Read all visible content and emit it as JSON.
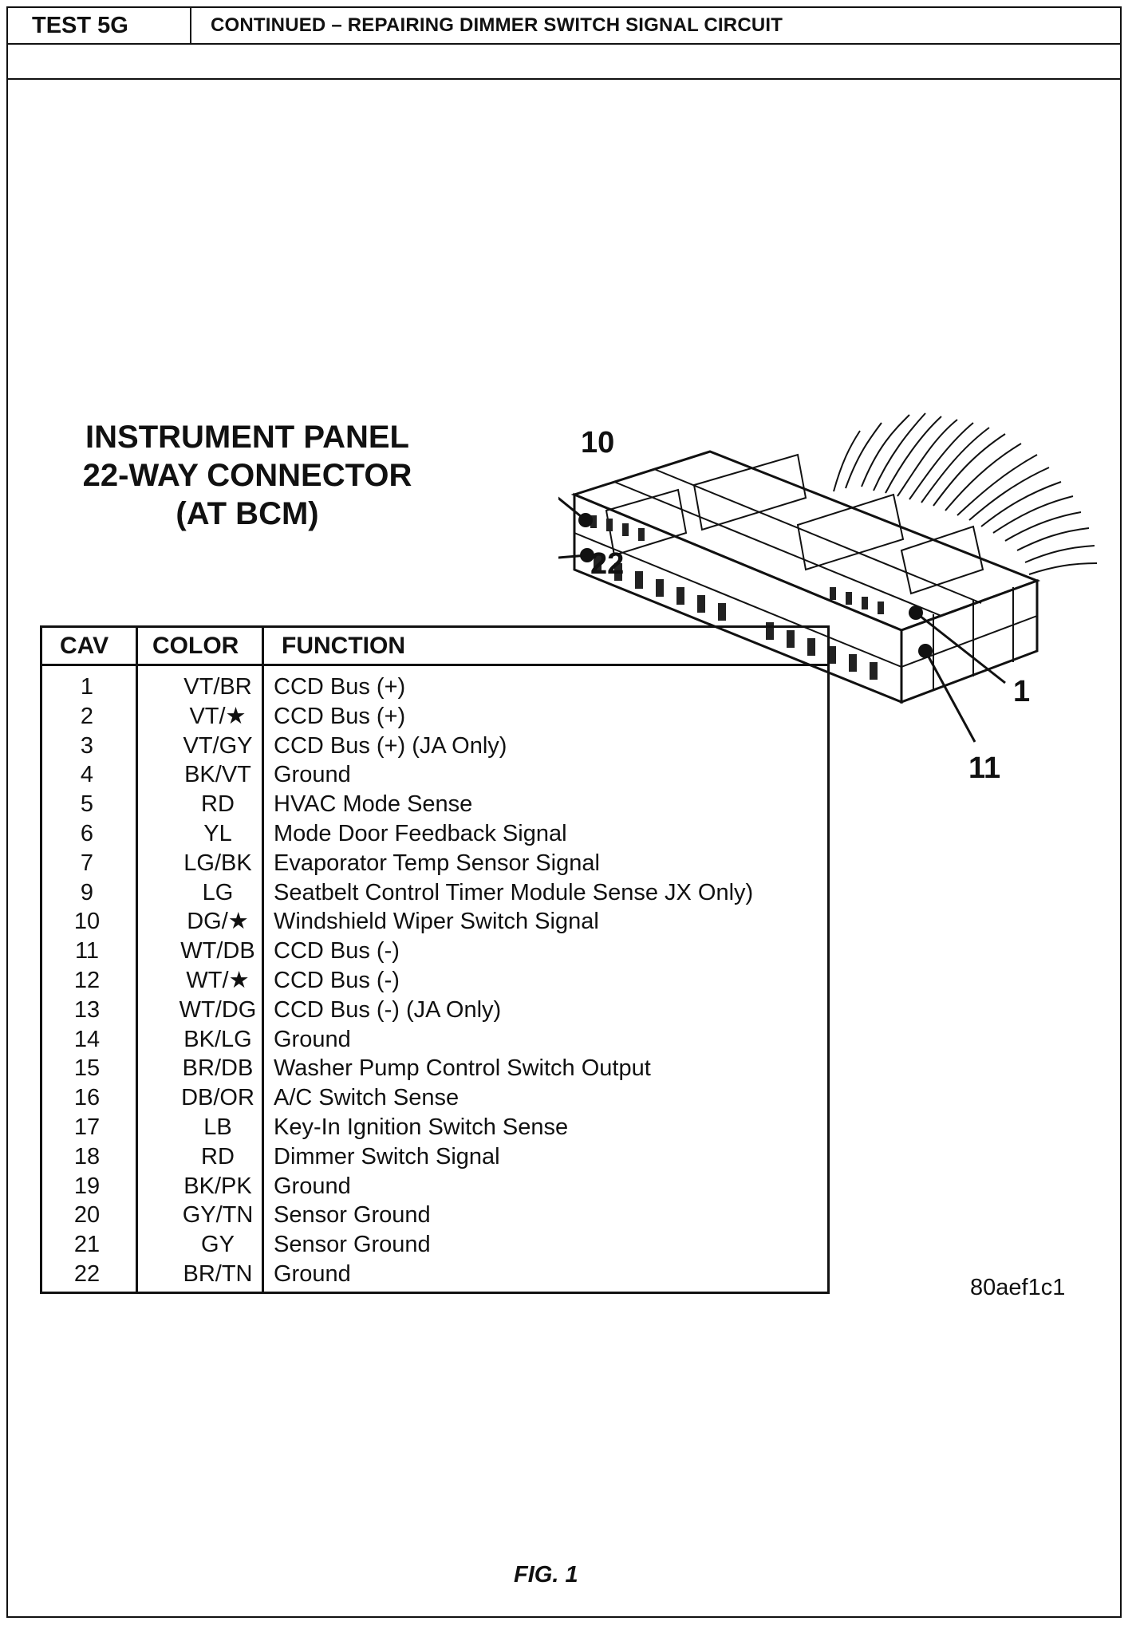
{
  "header": {
    "test_label": "TEST 5G",
    "title": "CONTINUED – REPAIRING DIMMER SWITCH SIGNAL CIRCUIT"
  },
  "diagram": {
    "title_lines": [
      "INSTRUMENT PANEL",
      "22-WAY CONNECTOR",
      "(AT BCM)"
    ],
    "callouts": {
      "pin10": "10",
      "pin22": "22",
      "pin1": "1",
      "pin11": "11"
    }
  },
  "table": {
    "headers": [
      "CAV",
      "COLOR",
      "FUNCTION"
    ],
    "rows": [
      {
        "cav": "1",
        "color": "VT/BR",
        "function": "CCD Bus (+)"
      },
      {
        "cav": "2",
        "color": "VT/★",
        "function": "CCD Bus (+)"
      },
      {
        "cav": "3",
        "color": "VT/GY",
        "function": "CCD Bus (+) (JA Only)"
      },
      {
        "cav": "4",
        "color": "BK/VT",
        "function": "Ground"
      },
      {
        "cav": "5",
        "color": "RD",
        "function": "HVAC Mode Sense"
      },
      {
        "cav": "6",
        "color": "YL",
        "function": "Mode Door Feedback Signal"
      },
      {
        "cav": "7",
        "color": "LG/BK",
        "function": "Evaporator Temp Sensor Signal"
      },
      {
        "cav": "9",
        "color": "LG",
        "function": "Seatbelt Control Timer Module Sense JX Only)"
      },
      {
        "cav": "10",
        "color": "DG/★",
        "function": "Windshield Wiper Switch Signal"
      },
      {
        "cav": "11",
        "color": "WT/DB",
        "function": "CCD Bus (-)"
      },
      {
        "cav": "12",
        "color": "WT/★",
        "function": "CCD Bus (-)"
      },
      {
        "cav": "13",
        "color": "WT/DG",
        "function": "CCD Bus (-) (JA Only)"
      },
      {
        "cav": "14",
        "color": "BK/LG",
        "function": "Ground"
      },
      {
        "cav": "15",
        "color": "BR/DB",
        "function": "Washer Pump Control Switch Output"
      },
      {
        "cav": "16",
        "color": "DB/OR",
        "function": "A/C Switch Sense"
      },
      {
        "cav": "17",
        "color": "LB",
        "function": "Key-In Ignition Switch Sense"
      },
      {
        "cav": "18",
        "color": "RD",
        "function": "Dimmer Switch Signal"
      },
      {
        "cav": "19",
        "color": "BK/PK",
        "function": "Ground"
      },
      {
        "cav": "20",
        "color": "GY/TN",
        "function": "Sensor Ground"
      },
      {
        "cav": "21",
        "color": "GY",
        "function": "Sensor Ground"
      },
      {
        "cav": "22",
        "color": "BR/TN",
        "function": "Ground"
      }
    ]
  },
  "figure": {
    "code": "80aef1c1",
    "label": "FIG. 1"
  }
}
